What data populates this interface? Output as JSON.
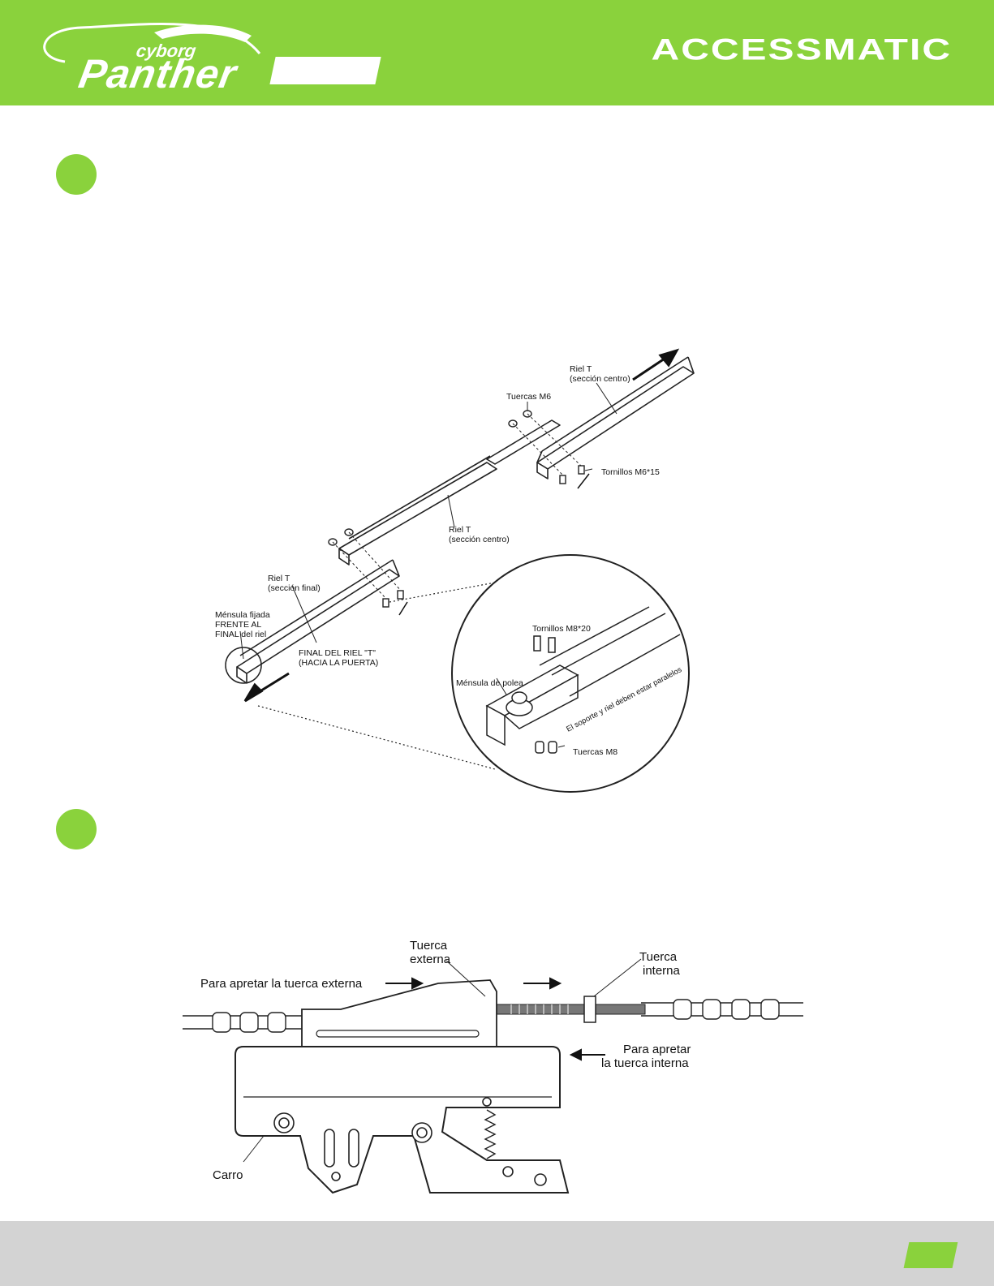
{
  "header": {
    "brand_small": "cyborg",
    "brand_big": "Panther",
    "brand_right": "ACCESSMATIC",
    "color": "#8ad23c"
  },
  "figure1": {
    "labels": {
      "riel_top_1": "Riel T",
      "riel_top_2": "(sección centro)",
      "tuercas_m6": "Tuercas M6",
      "tornillos_m615": "Tornillos M6*15",
      "riel_mid_1": "Riel T",
      "riel_mid_2": "(sección centro)",
      "riel_end_1": "Riel T",
      "riel_end_2": "(sección final)",
      "mensula_1": "Ménsula fijada",
      "mensula_2": "FRENTE AL",
      "mensula_3": "FINAL del riel",
      "final_1": "FINAL DEL RIEL \"T\"",
      "final_2": "(HACIA LA PUERTA)",
      "tornillos_m820": "Tornillos M8*20",
      "mensula_polea": "Ménsula de polea",
      "soporte_paralelo": "El soporte y riel deben estar paralelos",
      "tuercas_m8": "Tuercas M8"
    }
  },
  "figure2": {
    "labels": {
      "tuerca_ext_1": "Tuerca",
      "tuerca_ext_2": "externa",
      "tuerca_int_1": "Tuerca",
      "tuerca_int_2": "interna",
      "apretar_ext": "Para apretar la tuerca externa",
      "apretar_int_1": "Para apretar",
      "apretar_int_2": "la tuerca interna",
      "carro": "Carro"
    }
  }
}
